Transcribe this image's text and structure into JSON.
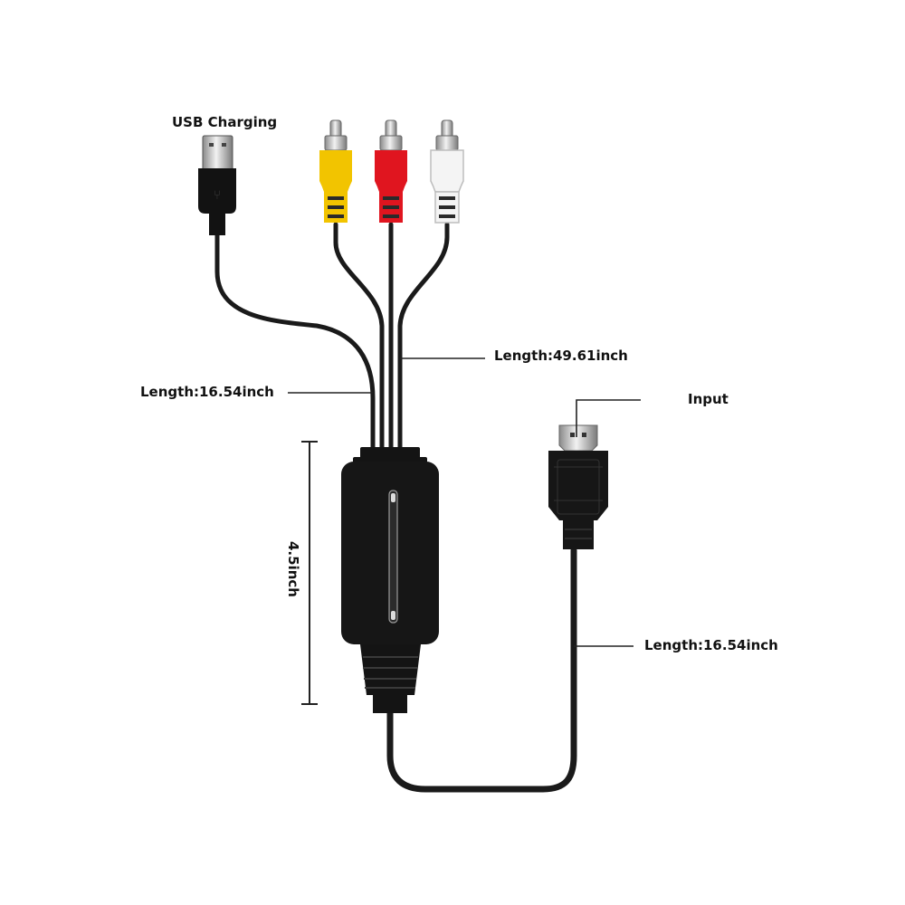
{
  "labels": {
    "usb": "USB Charging",
    "length_rca": "Length:49.61inch",
    "length_usb": "Length:16.54inch",
    "input": "Input",
    "length_hdmi": "Length:16.54inch",
    "box_height": "4.5inch"
  },
  "colors": {
    "cable": "#1a1a1a",
    "rca_yellow": "#f2c400",
    "rca_red": "#e0151f",
    "rca_white": "#f4f4f4",
    "leader_line": "#222222"
  }
}
